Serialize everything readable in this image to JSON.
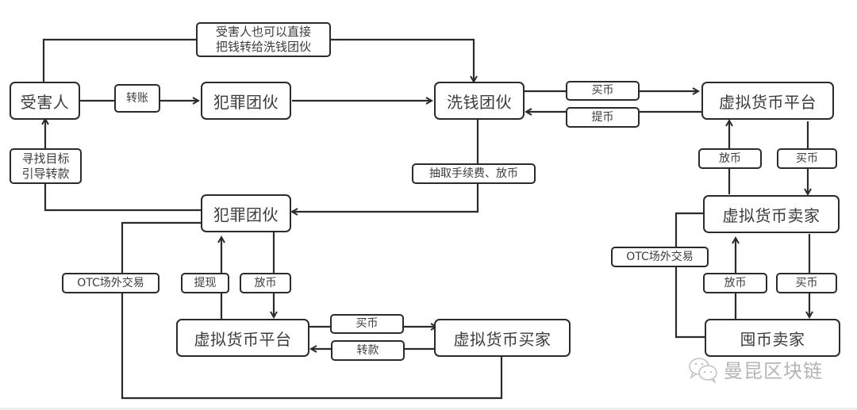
{
  "diagram": {
    "title": "",
    "nodes": {
      "victim": "受害人",
      "crime_gang_top": "犯罪团伙",
      "launder_gang": "洗钱团伙",
      "vc_platform_right": "虚拟货币平台",
      "vc_seller": "虚拟货币卖家",
      "hoard_seller": "囤币卖家",
      "crime_gang_bottom": "犯罪团伙",
      "vc_platform_bottom": "虚拟货币平台",
      "vc_buyer": "虚拟货币买家"
    },
    "edge_labels": {
      "direct_transfer": "受害人也可以直接\n把钱转给洗钱团伙",
      "transfer_victim": "转账",
      "find_target": "寻找目标\n引导转款",
      "buy_coin_top": "买币",
      "withdraw_coin": "提币",
      "commission": "抽取手续费、放币",
      "release_coin_right": "放币",
      "buy_coin_right": "买币",
      "otc_right": "OTC场外交易",
      "release_coin_hoard": "放币",
      "buy_coin_hoard": "买币",
      "otc_left": "OTC场外交易",
      "cash_out": "提现",
      "release_coin_bottom": "放币",
      "buy_coin_bottom": "买币",
      "transfer_bottom": "转款"
    },
    "edges": [
      {
        "from": "victim",
        "to": "crime_gang_top",
        "label": "转账"
      },
      {
        "from": "crime_gang_top",
        "to": "launder_gang",
        "label": ""
      },
      {
        "from": "victim",
        "to": "launder_gang",
        "label": "受害人也可以直接把钱转给洗钱团伙"
      },
      {
        "from": "launder_gang",
        "to": "vc_platform_right",
        "label": "买币"
      },
      {
        "from": "vc_platform_right",
        "to": "launder_gang",
        "label": "提币"
      },
      {
        "from": "launder_gang",
        "to": "crime_gang_bottom",
        "label": "抽取手续费、放币"
      },
      {
        "from": "crime_gang_bottom",
        "to": "victim",
        "label": "寻找目标引导转款"
      },
      {
        "from": "vc_platform_right",
        "to": "vc_seller",
        "label": "买币"
      },
      {
        "from": "vc_seller",
        "to": "vc_platform_right",
        "label": "放币"
      },
      {
        "from": "vc_seller",
        "to": "hoard_seller",
        "label": "买币"
      },
      {
        "from": "hoard_seller",
        "to": "vc_seller",
        "label": "放币"
      },
      {
        "from": "vc_seller",
        "to": "hoard_seller",
        "label": "OTC场外交易"
      },
      {
        "from": "crime_gang_bottom",
        "to": "vc_platform_bottom",
        "label": "放币"
      },
      {
        "from": "vc_platform_bottom",
        "to": "crime_gang_bottom",
        "label": "提现"
      },
      {
        "from": "vc_platform_bottom",
        "to": "vc_buyer",
        "label": "买币"
      },
      {
        "from": "vc_buyer",
        "to": "vc_platform_bottom",
        "label": "转款"
      },
      {
        "from": "crime_gang_bottom",
        "to": "vc_buyer",
        "label": "OTC场外交易"
      }
    ]
  },
  "watermark": {
    "icon": "wechat-icon",
    "text": "曼昆区块链"
  }
}
